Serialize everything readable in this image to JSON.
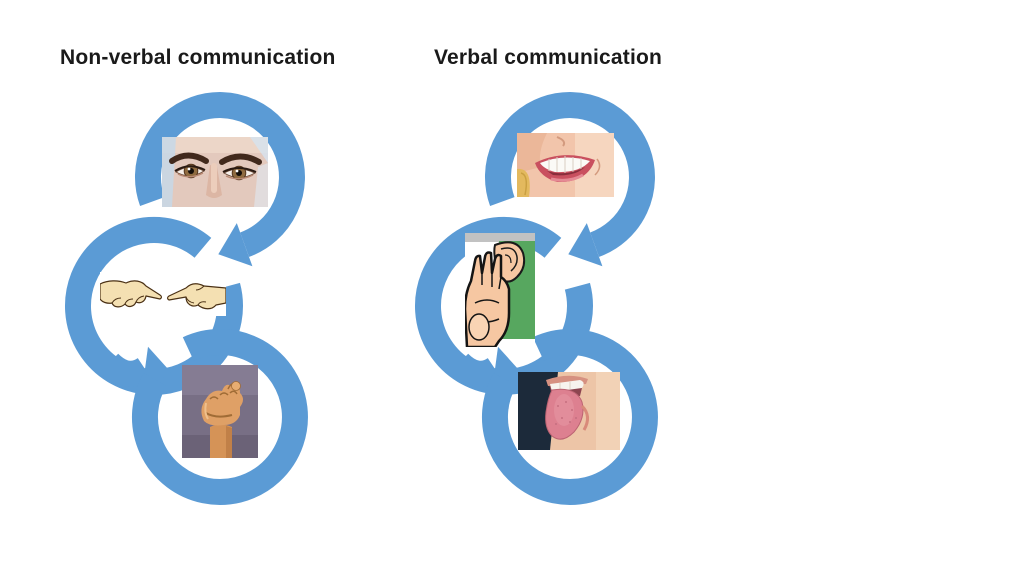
{
  "page": {
    "background_color": "#ffffff"
  },
  "colors": {
    "arrow_blue": "#5b9bd5",
    "title_text": "#1a1a1a"
  },
  "columns": [
    {
      "title": "Non-verbal communication",
      "items": [
        {
          "icon": "eyes-photo"
        },
        {
          "icon": "reaching-hands-illustration"
        },
        {
          "icon": "sign-language-hand-photo"
        }
      ]
    },
    {
      "title": "Verbal communication",
      "items": [
        {
          "icon": "smiling-mouth-photo"
        },
        {
          "icon": "hand-cupping-ear-illustration"
        },
        {
          "icon": "tongue-out-mouth-photo"
        }
      ]
    }
  ]
}
